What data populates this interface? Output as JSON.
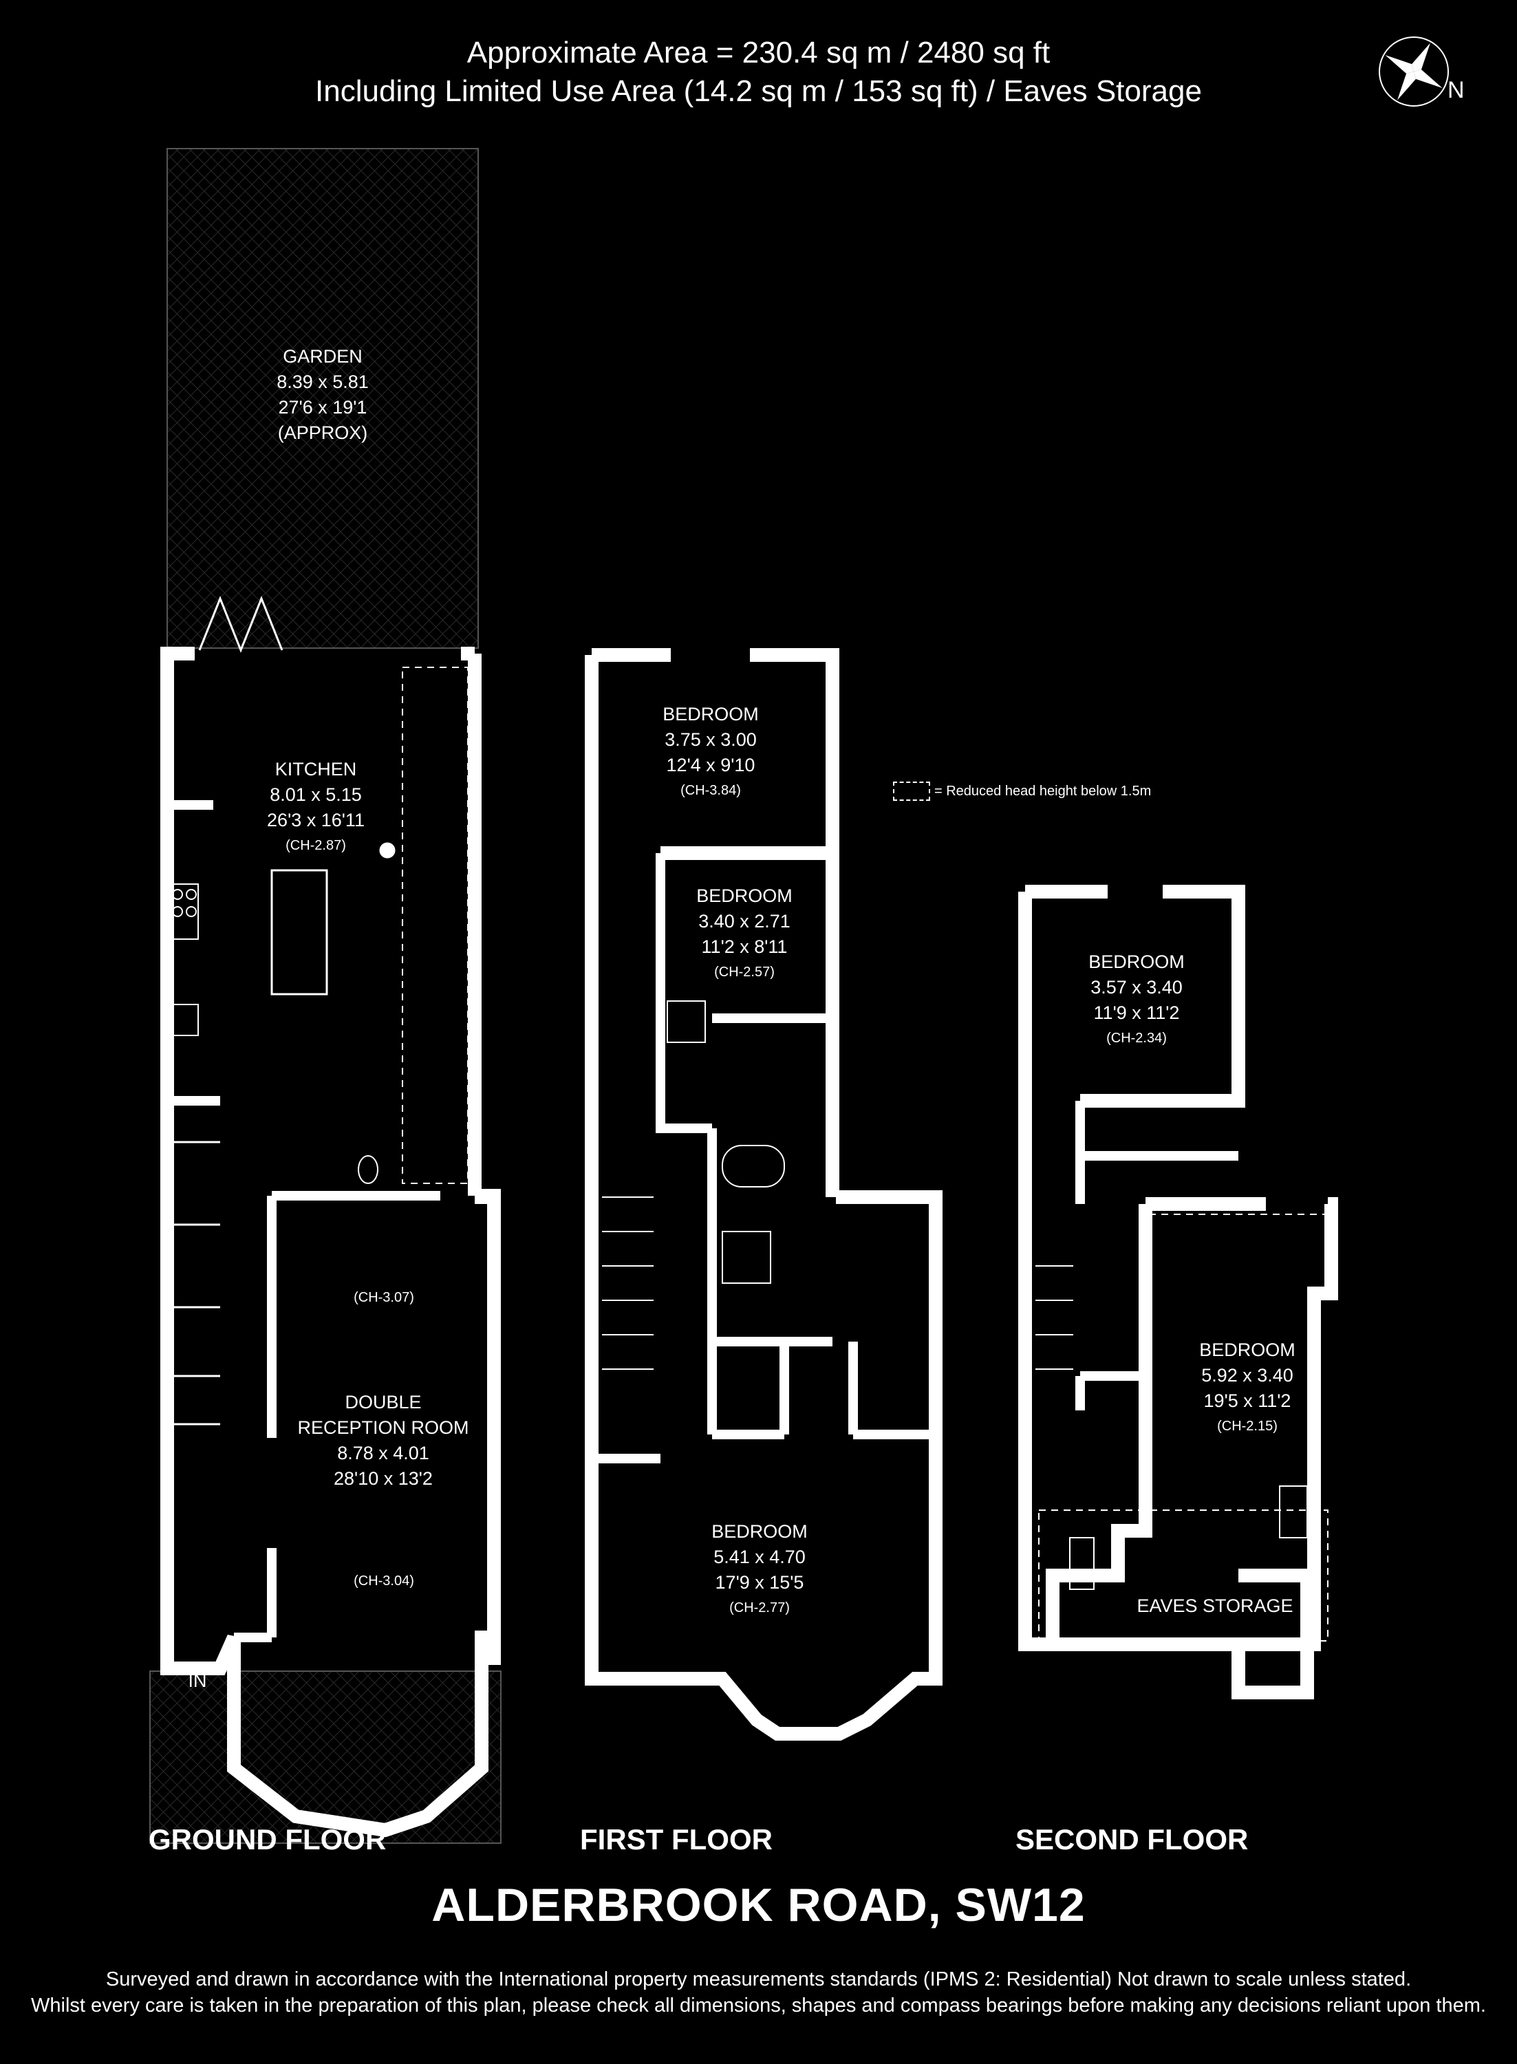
{
  "header": {
    "line1": "Approximate Area = 230.4 sq m / 2480 sq ft",
    "line2": "Including Limited Use Area (14.2 sq m / 153 sq ft) / Eaves Storage"
  },
  "compass": {
    "label": "N"
  },
  "legend": {
    "text": "= Reduced head height below 1.5m"
  },
  "ground_floor": {
    "label": "GROUND FLOOR",
    "garden": {
      "name": "GARDEN",
      "metric": "8.39 x 5.81",
      "imperial": "27'6 x 19'1",
      "note": "(APPROX)"
    },
    "kitchen": {
      "name": "KITCHEN",
      "metric": "8.01 x 5.15",
      "imperial": "26'3 x 16'11",
      "ch": "(CH-2.87)"
    },
    "reception": {
      "name1": "DOUBLE",
      "name2": "RECEPTION ROOM",
      "metric": "8.78 x 4.01",
      "imperial": "28'10 x 13'2",
      "ch_top": "(CH-3.07)",
      "ch_bottom": "(CH-3.04)"
    },
    "entrance": "IN"
  },
  "first_floor": {
    "label": "FIRST FLOOR",
    "bedroom_rear": {
      "name": "BEDROOM",
      "metric": "3.75 x 3.00",
      "imperial": "12'4 x 9'10",
      "ch": "(CH-3.84)"
    },
    "bedroom_middle": {
      "name": "BEDROOM",
      "metric": "3.40 x 2.71",
      "imperial": "11'2 x 8'11",
      "ch": "(CH-2.57)"
    },
    "bedroom_front": {
      "name": "BEDROOM",
      "metric": "5.41 x 4.70",
      "imperial": "17'9 x 15'5",
      "ch": "(CH-2.77)"
    }
  },
  "second_floor": {
    "label": "SECOND FLOOR",
    "bedroom_rear": {
      "name": "BEDROOM",
      "metric": "3.57 x 3.40",
      "imperial": "11'9 x 11'2",
      "ch": "(CH-2.34)"
    },
    "bedroom_front": {
      "name": "BEDROOM",
      "metric": "5.92 x 3.40",
      "imperial": "19'5 x 11'2",
      "ch": "(CH-2.15)"
    },
    "eaves": "EAVES STORAGE"
  },
  "address": "ALDERBROOK ROAD, SW12",
  "footer": {
    "line1": "Surveyed and drawn in accordance with the International property measurements standards (IPMS 2: Residential) Not drawn to scale unless stated.",
    "line2": "Whilst every care is taken in the preparation of this plan, please check all dimensions, shapes and compass bearings before making any decisions reliant upon them."
  },
  "colors": {
    "background": "#000000",
    "walls": "#ffffff",
    "text": "#ffffff"
  }
}
